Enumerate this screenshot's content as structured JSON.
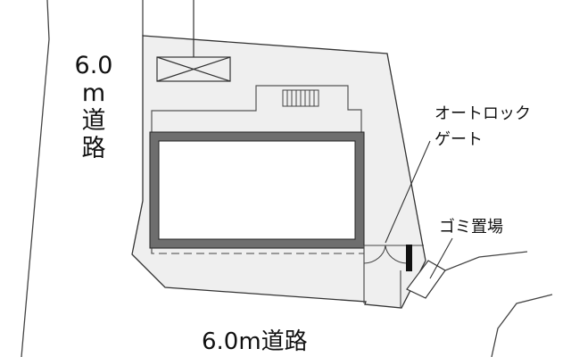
{
  "colors": {
    "lot_fill": "#efefef",
    "building_wall": "#6e6e6e",
    "line": "#333333",
    "text": "#111111"
  },
  "labels": {
    "road_left": {
      "line1": "6.0",
      "line2": "m",
      "line3": "道",
      "line4": "路"
    },
    "road_bottom": "6.0m道路",
    "autolock_gate": {
      "line1": "オートロック",
      "line2": "ゲート"
    },
    "garbage_area": "ゴミ置場"
  },
  "features": [
    {
      "name": "building",
      "icon": "building-outline"
    },
    {
      "name": "parking-space",
      "icon": "x-box"
    },
    {
      "name": "bicycle-rack",
      "icon": "hatched-box"
    },
    {
      "name": "auto-lock-gate",
      "icon": "double-door-arcs"
    },
    {
      "name": "garbage-area",
      "icon": "rotated-box"
    }
  ]
}
